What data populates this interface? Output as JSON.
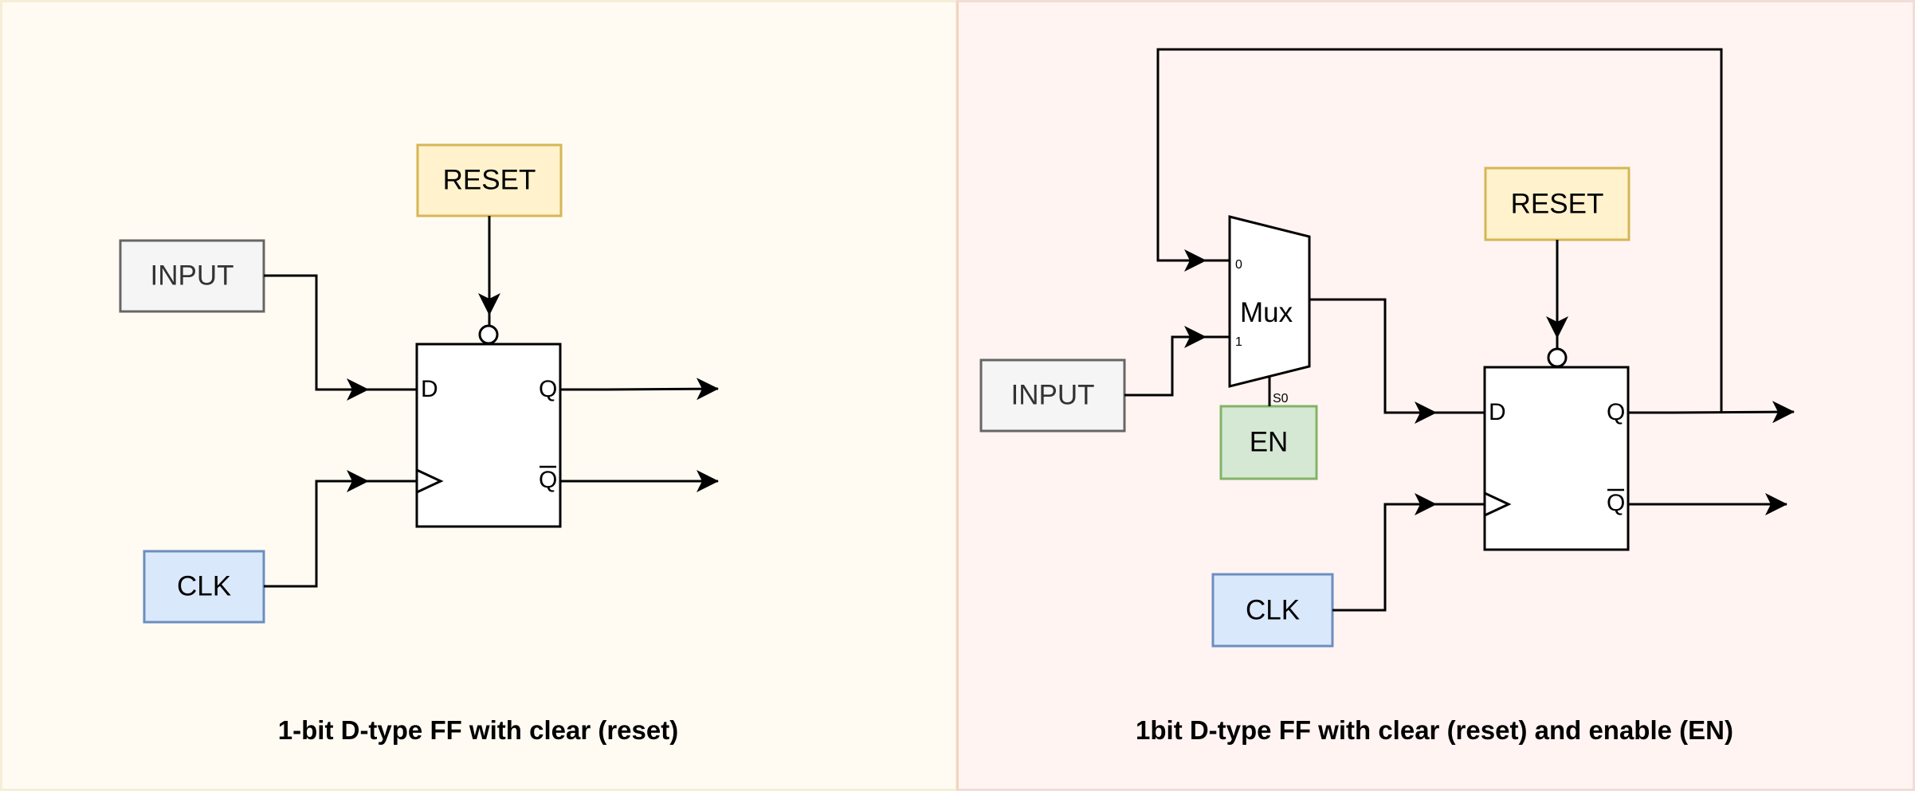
{
  "colors": {
    "left_panel_bg": "#fffbf3",
    "right_panel_bg": "#fff4f2",
    "input_fill": "#f5f5f5",
    "input_stroke": "#666666",
    "reset_fill": "#fff2cc",
    "reset_stroke": "#d6b656",
    "clk_fill": "#dae8fc",
    "clk_stroke": "#6c8ebf",
    "en_fill": "#d5e8d4",
    "en_stroke": "#82b366"
  },
  "left": {
    "caption": "1-bit D-type FF with clear (reset)",
    "input_label": "INPUT",
    "reset_label": "RESET",
    "clk_label": "CLK",
    "ff": {
      "d_label": "D",
      "q_label": "Q",
      "qbar_label": "Q"
    }
  },
  "right": {
    "caption": "1bit D-type FF with clear (reset) and enable (EN)",
    "input_label": "INPUT",
    "reset_label": "RESET",
    "clk_label": "CLK",
    "en_label": "EN",
    "mux": {
      "label": "Mux",
      "in0": "0",
      "in1": "1",
      "sel": "S0"
    },
    "ff": {
      "d_label": "D",
      "q_label": "Q",
      "qbar_label": "Q"
    }
  }
}
